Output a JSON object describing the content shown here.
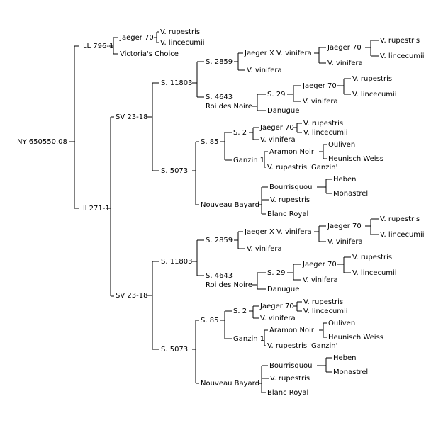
{
  "pedigree": {
    "name": "NY 650550.08",
    "parents": [
      {
        "name": "ILL 796-1",
        "parents": [
          {
            "name": "Jaeger 70",
            "parents": [
              {
                "name": "V. rupestris"
              },
              {
                "name": "V. lincecumii"
              }
            ]
          },
          {
            "name": "Victoria's Choice"
          }
        ]
      },
      {
        "name": "Ill 271-1",
        "parents": [
          {
            "name": "SV 23-18",
            "parents": [
              {
                "name": "S. 11803",
                "parents": [
                  {
                    "name": "S. 2859",
                    "parents": [
                      {
                        "name": "Jaeger X V. vinifera",
                        "parents": [
                          {
                            "name": "Jaeger 70",
                            "parents": [
                              {
                                "name": "V. rupestris"
                              },
                              {
                                "name": "V. lincecumii"
                              }
                            ]
                          },
                          {
                            "name": "V. vinifera"
                          }
                        ]
                      },
                      {
                        "name": "V. vinifera"
                      }
                    ]
                  },
                  {
                    "name": "S. 4643",
                    "parents": [
                      {
                        "name": "Roi des Noire",
                        "parents": [
                          {
                            "name": "S. 29",
                            "parents": [
                              {
                                "name": "Jaeger 70",
                                "parents": [
                                  {
                                    "name": "V. rupestris"
                                  },
                                  {
                                    "name": "V. lincecumii"
                                  }
                                ]
                              },
                              {
                                "name": "V. vinifera"
                              }
                            ]
                          },
                          {
                            "name": "Danugue"
                          }
                        ]
                      }
                    ]
                  }
                ]
              },
              {
                "name": "S. 5073",
                "parents": [
                  {
                    "name": "S. 85",
                    "parents": [
                      {
                        "name": "S. 2",
                        "parents": [
                          {
                            "name": "Jaeger 70",
                            "parents": [
                              {
                                "name": "V. rupestris"
                              },
                              {
                                "name": "V. lincecumii"
                              }
                            ]
                          },
                          {
                            "name": "V. vinifera"
                          }
                        ]
                      },
                      {
                        "name": "Ganzin 1",
                        "parents": [
                          {
                            "name": "Aramon Noir",
                            "parents": [
                              {
                                "name": "Ouliven"
                              },
                              {
                                "name": "Heunisch Weiss"
                              }
                            ]
                          },
                          {
                            "name": "V. rupestris 'Ganzin'"
                          }
                        ]
                      }
                    ]
                  },
                  {
                    "name": "Nouveau Bayard",
                    "parents": [
                      {
                        "name": "Bourrisquou",
                        "parents": [
                          {
                            "name": "Heben"
                          },
                          {
                            "name": "Monastrell"
                          }
                        ]
                      },
                      {
                        "name": "V. rupestris"
                      },
                      {
                        "name": "Blanc Royal"
                      }
                    ]
                  }
                ]
              }
            ]
          },
          {
            "name": "SV 23-18",
            "parents": [
              {
                "name": "S. 11803",
                "parents": [
                  {
                    "name": "S. 2859",
                    "parents": [
                      {
                        "name": "Jaeger X V. vinifera",
                        "parents": [
                          {
                            "name": "Jaeger 70",
                            "parents": [
                              {
                                "name": "V. rupestris"
                              },
                              {
                                "name": "V. lincecumii"
                              }
                            ]
                          },
                          {
                            "name": "V. vinifera"
                          }
                        ]
                      },
                      {
                        "name": "V. vinifera"
                      }
                    ]
                  },
                  {
                    "name": "S. 4643",
                    "parents": [
                      {
                        "name": "Roi des Noire",
                        "parents": [
                          {
                            "name": "S. 29",
                            "parents": [
                              {
                                "name": "Jaeger 70",
                                "parents": [
                                  {
                                    "name": "V. rupestris"
                                  },
                                  {
                                    "name": "V. lincecumii"
                                  }
                                ]
                              },
                              {
                                "name": "V. vinifera"
                              }
                            ]
                          },
                          {
                            "name": "Danugue"
                          }
                        ]
                      }
                    ]
                  }
                ]
              },
              {
                "name": "S. 5073",
                "parents": [
                  {
                    "name": "S. 85",
                    "parents": [
                      {
                        "name": "S. 2",
                        "parents": [
                          {
                            "name": "Jaeger 70",
                            "parents": [
                              {
                                "name": "V. rupestris"
                              },
                              {
                                "name": "V. lincecumii"
                              }
                            ]
                          },
                          {
                            "name": "V. vinifera"
                          }
                        ]
                      },
                      {
                        "name": "Ganzin 1",
                        "parents": [
                          {
                            "name": "Aramon Noir",
                            "parents": [
                              {
                                "name": "Ouliven"
                              },
                              {
                                "name": "Heunisch Weiss"
                              }
                            ]
                          },
                          {
                            "name": "V. rupestris 'Ganzin'"
                          }
                        ]
                      }
                    ]
                  },
                  {
                    "name": "Nouveau Bayard",
                    "parents": [
                      {
                        "name": "Bourrisquou",
                        "parents": [
                          {
                            "name": "Heben"
                          },
                          {
                            "name": "Monastrell"
                          }
                        ]
                      },
                      {
                        "name": "V. rupestris"
                      },
                      {
                        "name": "Blanc Royal"
                      }
                    ]
                  }
                ]
              }
            ]
          }
        ]
      }
    ]
  }
}
